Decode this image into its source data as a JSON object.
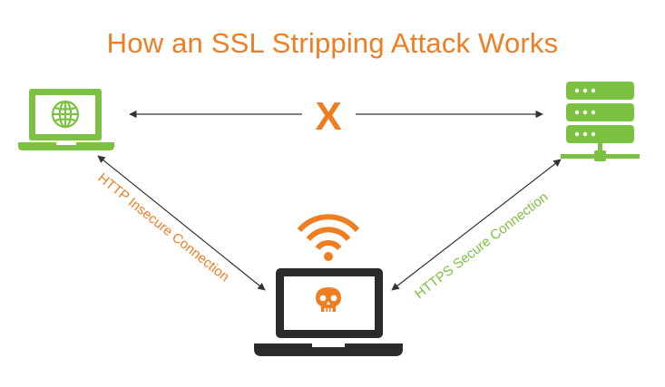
{
  "title": "How an SSL Stripping Attack Works",
  "blocked_symbol": "X",
  "insecure_connection_label": "HTTP Insecure Connection",
  "secure_connection_label": "HTTPS Secure Connection",
  "nodes": {
    "client": "globe-laptop-icon",
    "server": "server-rack-icon",
    "attacker": "attacker-laptop-icon"
  },
  "colors": {
    "accent_orange": "#ef7d22",
    "accent_green": "#7cc242",
    "dark": "#2b2b2b",
    "arrow": "#333333"
  }
}
